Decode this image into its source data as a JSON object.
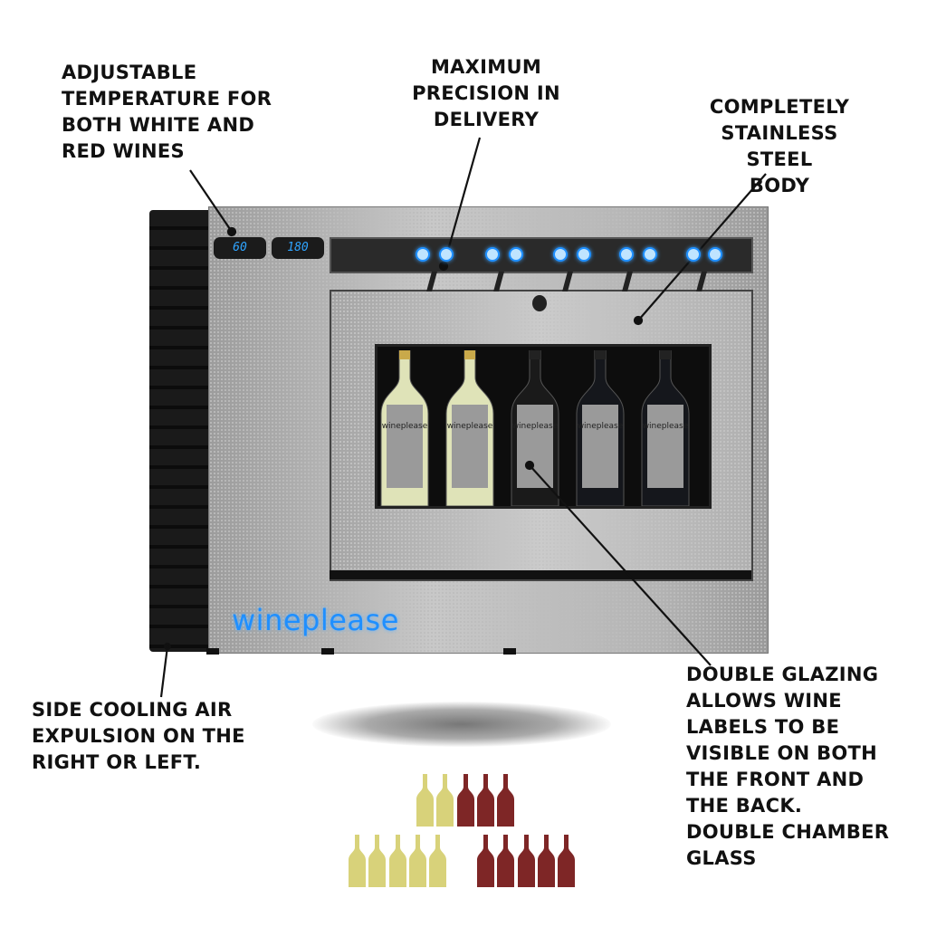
{
  "callouts": {
    "temperature": [
      "ADJUSTABLE",
      "TEMPERATURE FOR",
      "BOTH WHITE AND",
      "RED WINES"
    ],
    "precision": [
      "MAXIMUM",
      "PRECISION IN",
      "DELIVERY"
    ],
    "stainless": [
      "COMPLETELY",
      "STAINLESS STEEL",
      "BODY"
    ],
    "cooling": [
      "SIDE COOLING AIR",
      "EXPULSION ON THE",
      "RIGHT OR LEFT."
    ],
    "glazing": [
      "DOUBLE GLAZING",
      "ALLOWS WINE",
      "LABELS TO BE",
      "VISIBLE ON BOTH",
      "THE FRONT AND",
      "THE BACK.",
      "DOUBLE CHAMBER",
      "GLASS"
    ]
  },
  "product": {
    "brand": "wineplease",
    "displays": [
      "60",
      "180"
    ],
    "bottle_label": "wineplease"
  },
  "colors": {
    "accent_blue": "#1f8fff",
    "white_wine": "#d8d27a",
    "red_wine": "#7e2626"
  }
}
